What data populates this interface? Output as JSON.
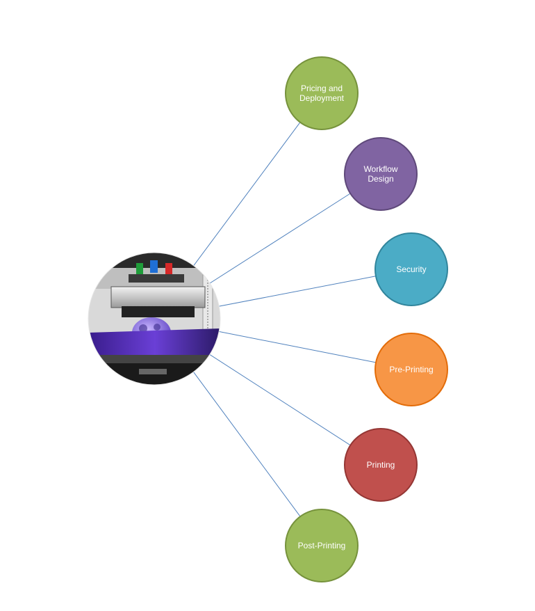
{
  "diagram": {
    "hub": {
      "image": "3d-printer-photo"
    },
    "nodes": [
      {
        "lines": [
          "Pricing and",
          "Deployment"
        ],
        "color": "#9bbb59",
        "border": "#76923c"
      },
      {
        "lines": [
          "Workflow",
          "Design"
        ],
        "color": "#8064a2",
        "border": "#5f497a"
      },
      {
        "lines": [
          "Security"
        ],
        "color": "#4bacc6",
        "border": "#31859c"
      },
      {
        "lines": [
          "Pre-Printing"
        ],
        "color": "#f79646",
        "border": "#e36c09"
      },
      {
        "lines": [
          "Printing"
        ],
        "color": "#c0504d",
        "border": "#943634"
      },
      {
        "lines": [
          "Post-Printing"
        ],
        "color": "#9bbb59",
        "border": "#76923c"
      }
    ],
    "connector_color": "#4f81bd"
  }
}
